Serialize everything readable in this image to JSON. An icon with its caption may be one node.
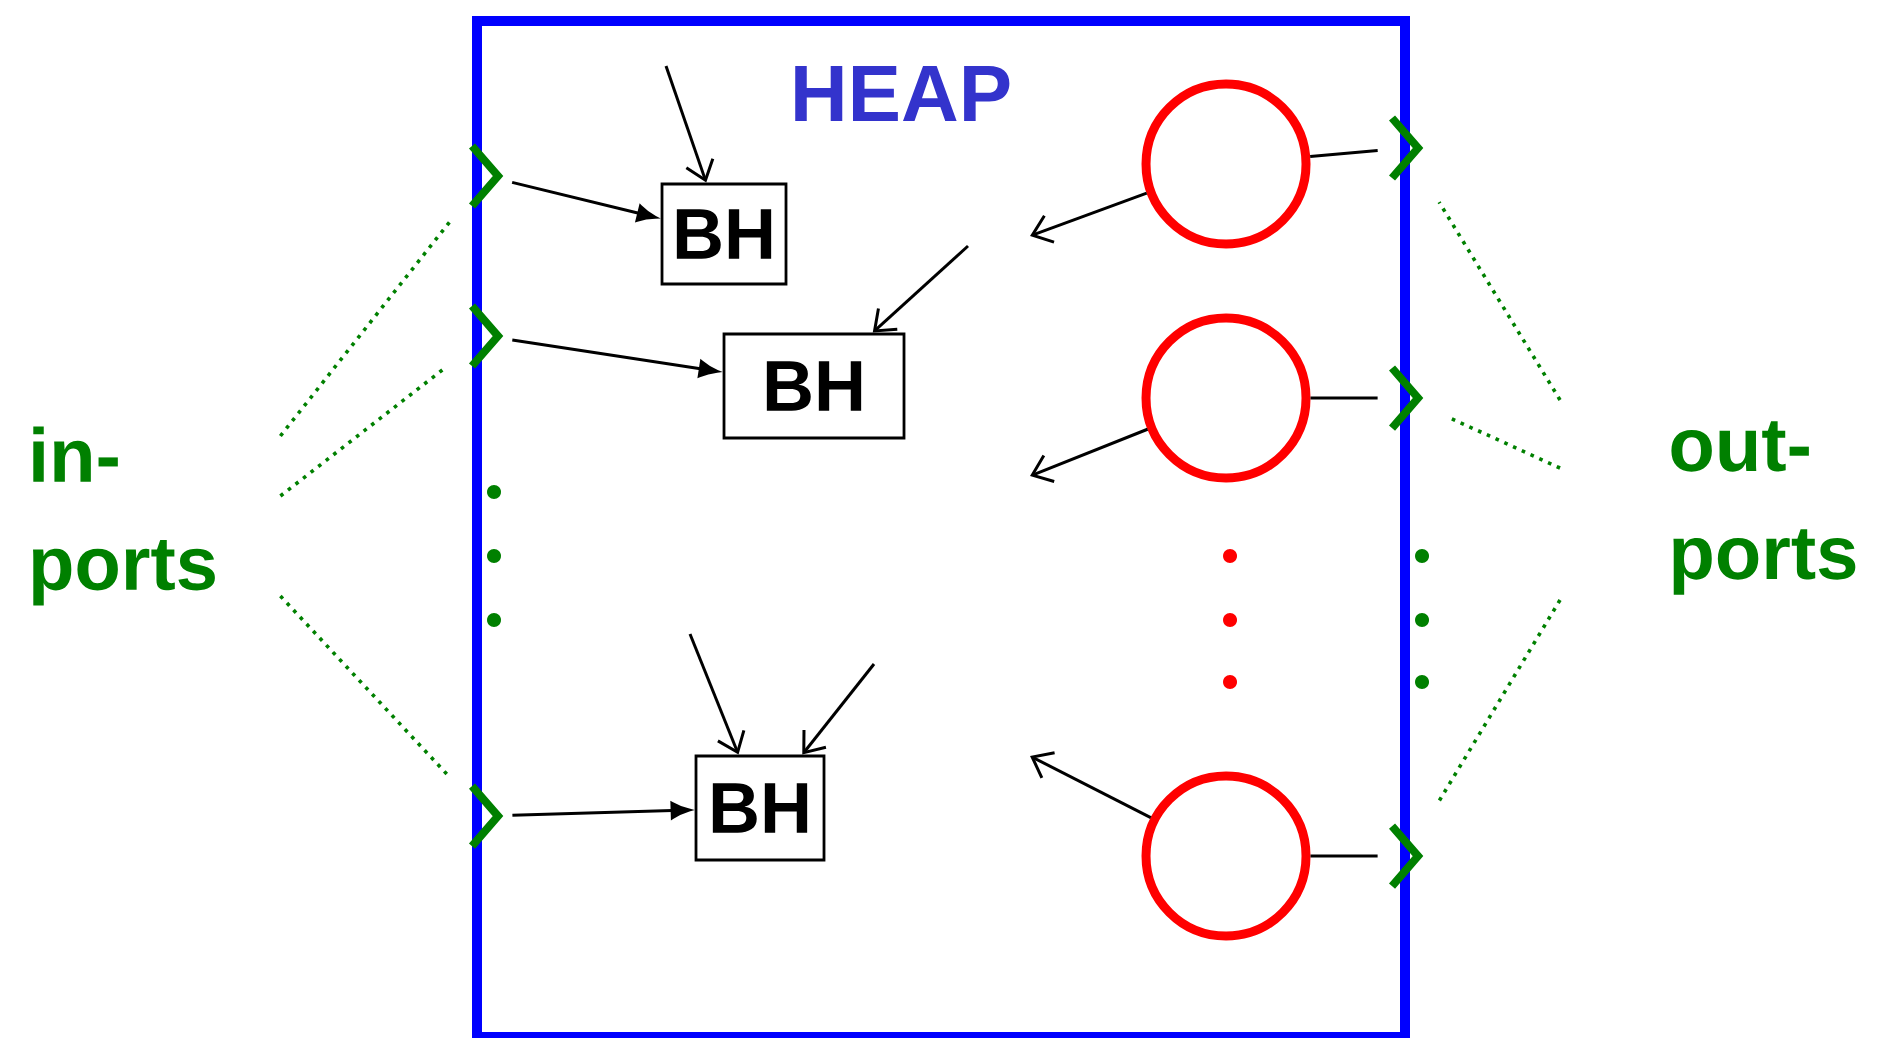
{
  "diagram": {
    "nodes": [
      {
        "text": [
          "HEAP"
        ]
      },
      {
        "text": [
          "in- ports"
        ]
      },
      {
        "text": [],
        "shape": "chevron"
      },
      {
        "text": [],
        "shape": "chevron"
      },
      {
        "text": [],
        "shape": "chevron"
      },
      {
        "text": [
          "BH"
        ],
        "in": 0
      },
      {
        "text": [
          "BH"
        ],
        "in": 0
      },
      {
        "text": [
          "BH"
        ],
        "in": 0
      },
      {
        "text": [],
        "shape": "circle",
        "in": 0
      },
      {
        "text": [],
        "shape": "circle",
        "in": 0
      },
      {
        "text": [],
        "shape": "circle",
        "in": 0
      },
      {
        "text": [],
        "shape": "chevron"
      },
      {
        "text": [],
        "shape": "chevron"
      },
      {
        "text": [],
        "shape": "chevron"
      },
      {
        "text": [
          "out- ports"
        ]
      }
    ],
    "edges": [
      {
        "from": 2,
        "to": 5,
        "arrow": "to"
      },
      {
        "from": 3,
        "to": 6,
        "arrow": "to"
      },
      {
        "from": 4,
        "to": 7,
        "arrow": "to"
      },
      {
        "from": null,
        "to": 5,
        "arrow": "to"
      },
      {
        "from": null,
        "to": 6,
        "arrow": "to"
      },
      {
        "from": null,
        "to": 7,
        "arrow": "to"
      },
      {
        "from": null,
        "to": 7,
        "arrow": "to"
      },
      {
        "from": 8,
        "to": null,
        "arrow": "to"
      },
      {
        "from": 9,
        "to": null,
        "arrow": "to"
      },
      {
        "from": 10,
        "to": null,
        "arrow": "to"
      },
      {
        "from": 8,
        "to": 11,
        "arrow": "none"
      },
      {
        "from": 9,
        "to": 12,
        "arrow": "none"
      },
      {
        "from": 10,
        "to": 13,
        "arrow": "none"
      },
      {
        "from": 1,
        "to": 2,
        "arrow": "none",
        "style": "dashed",
        "color": "#008000"
      },
      {
        "from": 1,
        "to": 3,
        "arrow": "none",
        "style": "dashed",
        "color": "#008000"
      },
      {
        "from": 1,
        "to": 4,
        "arrow": "none",
        "style": "dashed",
        "color": "#008000"
      },
      {
        "from": 14,
        "to": 11,
        "arrow": "none",
        "style": "dashed",
        "color": "#008000"
      },
      {
        "from": 14,
        "to": 12,
        "arrow": "none",
        "style": "dashed",
        "color": "#008000"
      },
      {
        "from": 14,
        "to": 13,
        "arrow": "none",
        "style": "dashed",
        "color": "#008000"
      }
    ]
  }
}
